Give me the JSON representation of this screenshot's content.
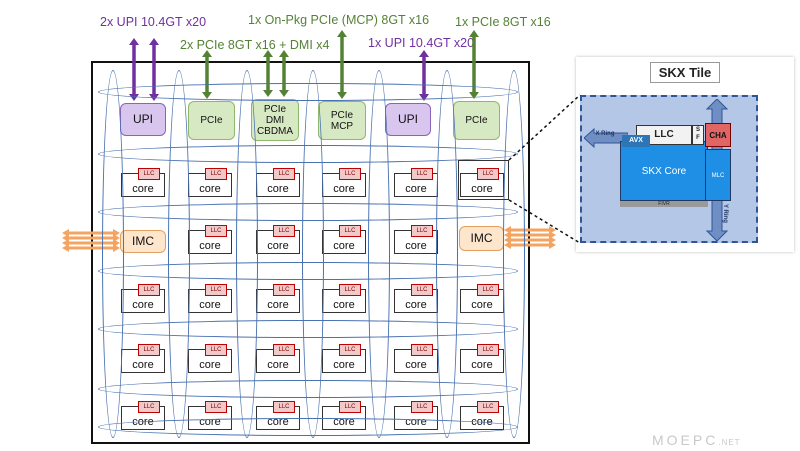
{
  "top_labels": {
    "upi_left": "2x UPI 10.4GT x20",
    "pcie_dmi": "2x PCIe 8GT x16 + DMI x4",
    "on_pkg": "1x On-Pkg PCIe (MCP) 8GT x16",
    "upi_right": "1x UPI 10.4GT x20",
    "pcie_right": "1x PCIe 8GT x16"
  },
  "io_row": {
    "upi_1": "UPI",
    "pcie_1": "PCIe",
    "pcie_dmi_cbdma": "PCIe\nDMI\nCBDMA",
    "pcie_mcp": "PCIe\nMCP",
    "upi_2": "UPI",
    "pcie_2": "PCIe"
  },
  "imc": {
    "left": "IMC",
    "right": "IMC"
  },
  "core_tile": {
    "core_label": "core",
    "llc_label": "LLC"
  },
  "inset": {
    "title": "SKX Tile",
    "llc": "LLC",
    "avx": "AVX",
    "sf": "S\nF",
    "cha": "CHA",
    "core": "SKX Core",
    "mlc": "MLC",
    "fivr": "FIVR",
    "x_ring": "X Ring",
    "y_ring": "Y Ring"
  },
  "watermark": {
    "main": "MOEPC",
    "suffix": ".NET"
  },
  "colors": {
    "ring_blue": "#4a72b0",
    "upi_purple": "#7030a0",
    "pcie_green": "#548235",
    "imc_orange": "#f4a460",
    "llc_red": "#c00000",
    "inset_blue": "#b4c7e7"
  }
}
